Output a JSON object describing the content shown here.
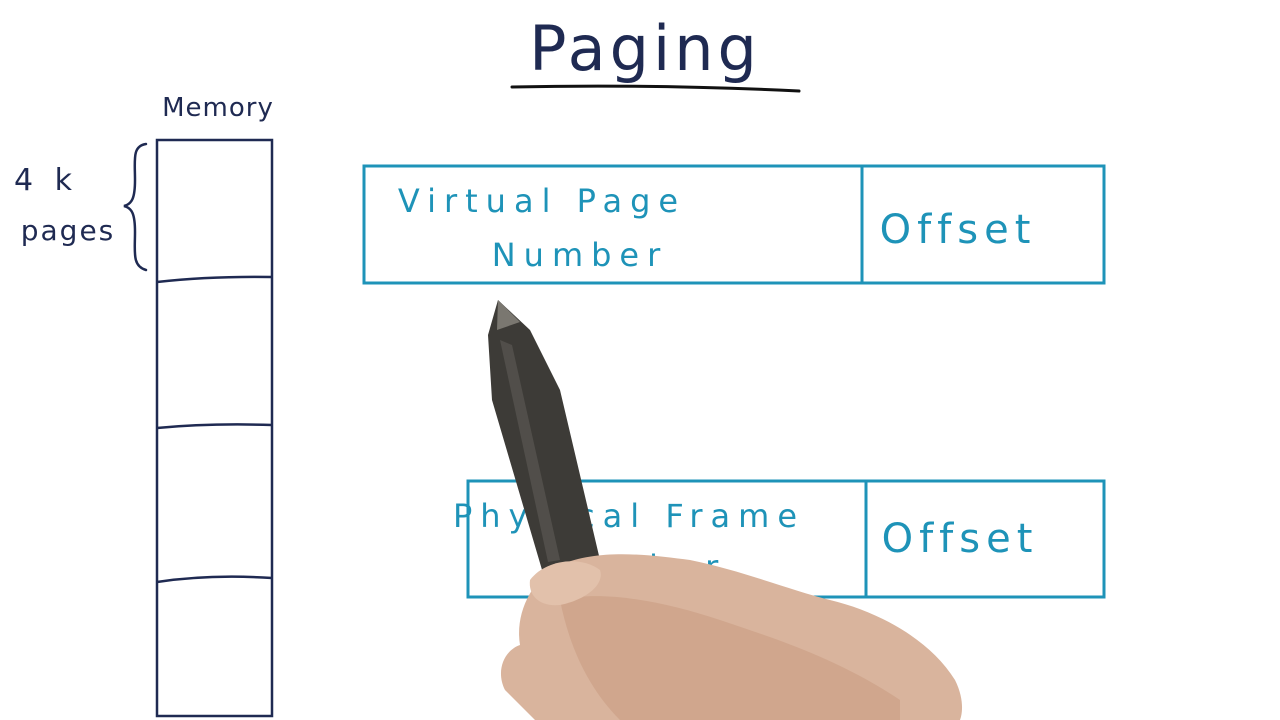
{
  "title": "Paging",
  "memory": {
    "label": "Memory",
    "page_size_line1": "4 k",
    "page_size_line2": "pages",
    "page_count": 4
  },
  "virtual_address": {
    "field1_line1": "Virtual Page",
    "field1_line2": "Number",
    "field2": "Offset"
  },
  "physical_address": {
    "field1_line1": "Physical Frame",
    "field1_line2": "Number",
    "field2": "Offset"
  },
  "colors": {
    "ink_dark": "#1f2a52",
    "ink_teal": "#1e93b8",
    "background": "#ffffff"
  }
}
